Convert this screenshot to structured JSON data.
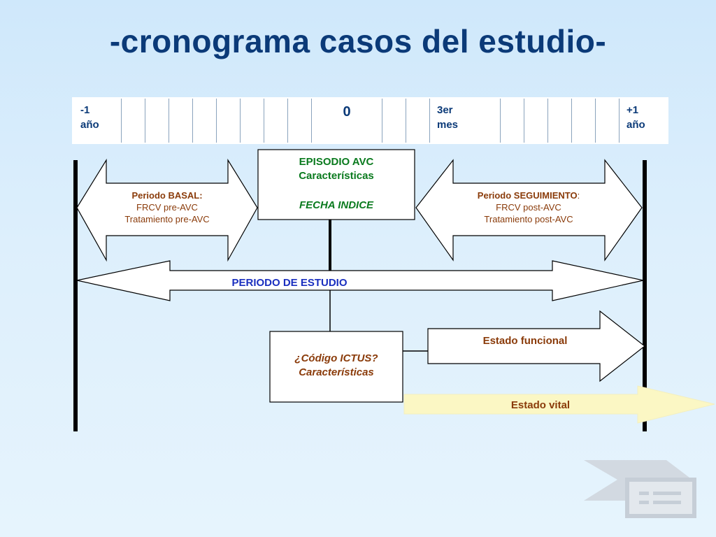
{
  "title": "-cronograma casos del estudio-",
  "timeline": {
    "start_label": [
      "-1",
      "año"
    ],
    "zero_label": "0",
    "month3_label": [
      "3er",
      "mes"
    ],
    "end_label": [
      "+1",
      "año"
    ]
  },
  "episodio": {
    "line1": "EPISODIO AVC",
    "line2": "Características",
    "line3": "FECHA INDICE"
  },
  "basal": {
    "line1": "Periodo BASAL:",
    "line2": "FRCV pre-AVC",
    "line3": "Tratamiento pre-AVC"
  },
  "seguimiento": {
    "line1": "Periodo SEGUIMIENTO",
    "line1_suffix": ":",
    "line2": "FRCV post-AVC",
    "line3": "Tratamiento post-AVC"
  },
  "periodo_estudio": "PERIODO DE ESTUDIO",
  "codigo": {
    "line1": "¿Código ICTUS?",
    "line2": "Características"
  },
  "estado_funcional": "Estado funcional",
  "estado_vital": "Estado vital",
  "colors": {
    "title": "#0b3a78",
    "green_text": "#0a7a1e",
    "brown_text": "#8a3b0a",
    "blue_text": "#1a2fbf",
    "vital_fill": "#fbf7c4"
  }
}
